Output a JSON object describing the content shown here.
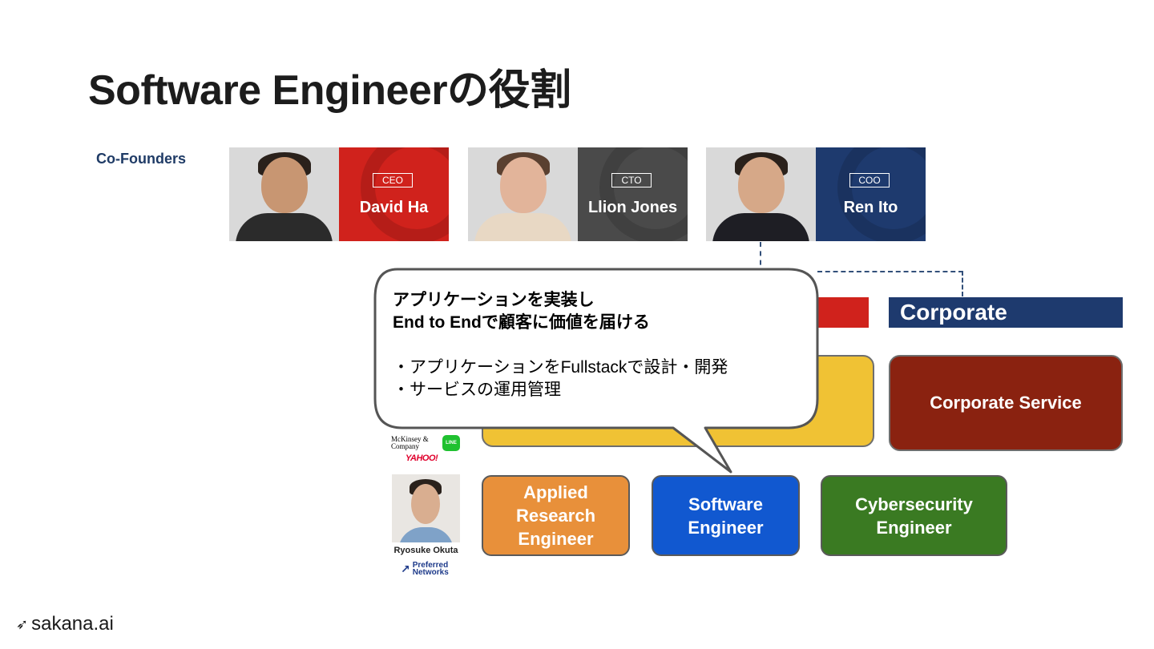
{
  "title": "Software Engineerの役割",
  "cofounders_label": "Co-Founders",
  "founders": [
    {
      "role": "CEO",
      "name": "David Ha",
      "color": "#d0221c"
    },
    {
      "role": "CTO",
      "name": "Llion Jones",
      "color": "#4a4a4a"
    },
    {
      "role": "COO",
      "name": "Ren Ito",
      "color": "#1e3a6e"
    }
  ],
  "org": {
    "corporate_header": "Corporate",
    "corporate_service": "Corporate Service",
    "roles": {
      "applied": "Applied\nResearch\nEngineer",
      "software": "Software\nEngineer",
      "cyber": "Cybersecurity\nEngineer"
    }
  },
  "bubble": {
    "line1": "アプリケーションを実装し",
    "line2": "End to Endで顧客に価値を届ける",
    "bullet1": "・アプリケーションをFullstackで設計・開発",
    "bullet2": "・サービスの運用管理"
  },
  "advisor": {
    "name": "Ryosuke Okuta",
    "logo_mckinsey": "McKinsey & Company",
    "logo_line": "LINE",
    "logo_yahoo": "YAHOO!",
    "logo_pfn": "Preferred Networks"
  },
  "brand": "sakana.ai"
}
